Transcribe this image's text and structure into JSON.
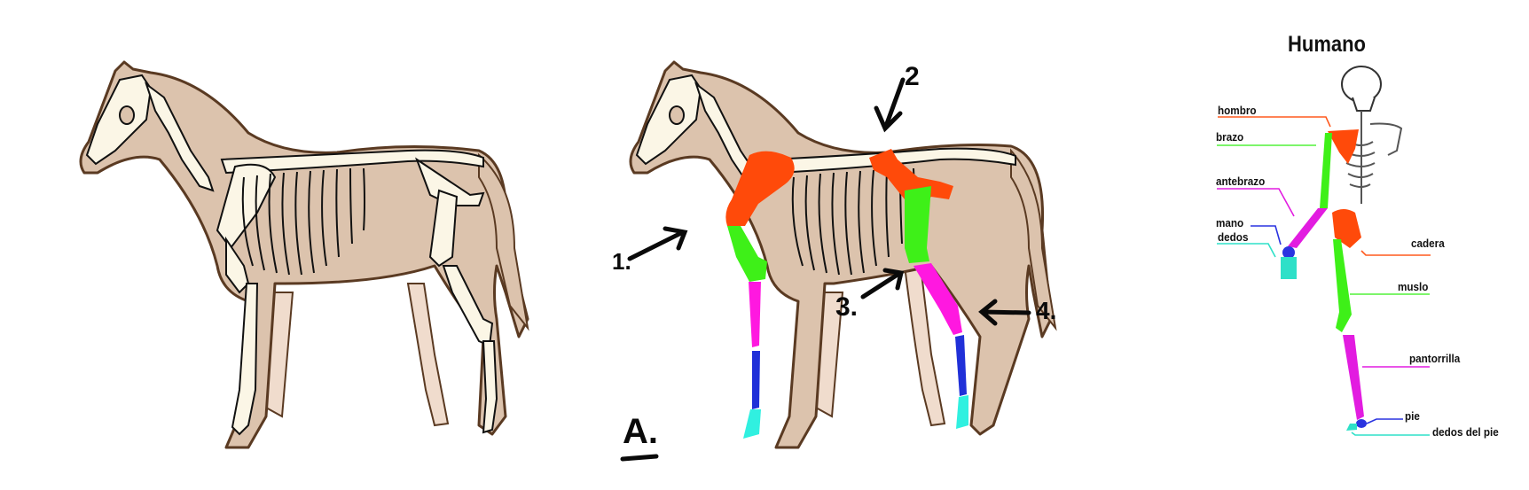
{
  "figure": {
    "panels": [
      {
        "id": "horse-skeleton-plain",
        "description": "Caballo con esqueleto sin colorear"
      },
      {
        "id": "horse-skeleton-colored",
        "description": "Caballo con huesos coloreados y flechas numeradas",
        "panel_label": "A.",
        "annotations": [
          {
            "number": "1.",
            "target": "codo / hombro delantero"
          },
          {
            "number": "2",
            "target": "cadera"
          },
          {
            "number": "3.",
            "target": "rodilla trasera"
          },
          {
            "number": "4.",
            "target": "talón / corvejón"
          }
        ]
      },
      {
        "id": "human-skeleton",
        "title": "Humano"
      }
    ]
  },
  "human": {
    "title": "Humano",
    "labels": [
      {
        "text": "hombro",
        "color": "#ff5a1f"
      },
      {
        "text": "brazo",
        "color": "#52f23a"
      },
      {
        "text": "antebrazo",
        "color": "#e21ce0"
      },
      {
        "text": "mano",
        "color": "#2a33e0"
      },
      {
        "text": "dedos",
        "color": "#2ee0c8"
      },
      {
        "text": "cadera",
        "color": "#ff5a1f"
      },
      {
        "text": "muslo",
        "color": "#52f23a"
      },
      {
        "text": "pantorrilla",
        "color": "#e21ce0"
      },
      {
        "text": "pie",
        "color": "#2a33e0"
      },
      {
        "text": "dedos del pie",
        "color": "#2ee0c8"
      }
    ]
  },
  "annotations": {
    "a1": "1.",
    "a2": "2",
    "a3": "3.",
    "a4": "4.",
    "panel": "A."
  },
  "colors": {
    "skin": "#dcc3ad",
    "skin_light": "#f0dccd",
    "outline": "#5a3a22",
    "bone": "#fbf6e6",
    "shoulder_hip": "#ff4a0a",
    "upper": "#3ef018",
    "lower": "#ff18e0",
    "hand": "#2030d8",
    "digits": "#30f0e0"
  }
}
